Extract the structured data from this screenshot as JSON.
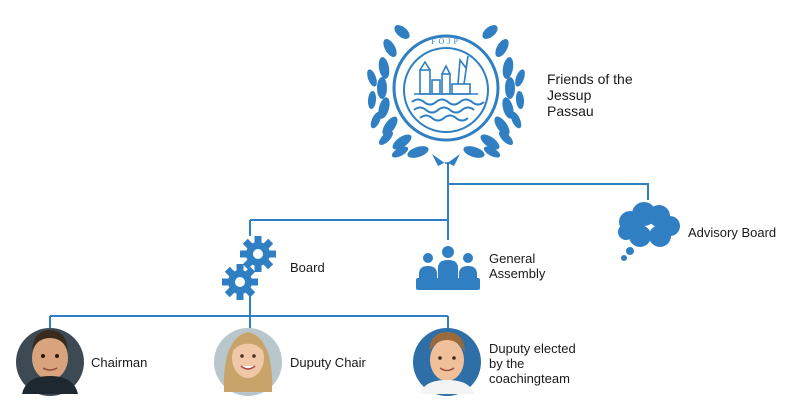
{
  "colors": {
    "accent": "#2f7fc2",
    "icon": "#2f7fc2",
    "text": "#1a1a1a"
  },
  "logo": {
    "acronym": "FOJP",
    "icon": "un-style-emblem-icon"
  },
  "organization": {
    "name": "Friends of the\nJessup\nPassau"
  },
  "nodes": {
    "advisory_board": {
      "label": "Advisory Board",
      "icon": "thought-cloud-icon"
    },
    "board": {
      "label": "Board",
      "icon": "gears-icon"
    },
    "general_assembly": {
      "label": "General\nAssembly",
      "icon": "group-meeting-icon"
    },
    "chairman": {
      "label": "Chairman",
      "icon": "avatar-photo"
    },
    "deputy_chair": {
      "label": "Duputy Chair",
      "icon": "avatar-photo"
    },
    "deputy_coaching": {
      "label": "Duputy elected\nby the\ncoachingteam",
      "icon": "avatar-photo"
    }
  }
}
